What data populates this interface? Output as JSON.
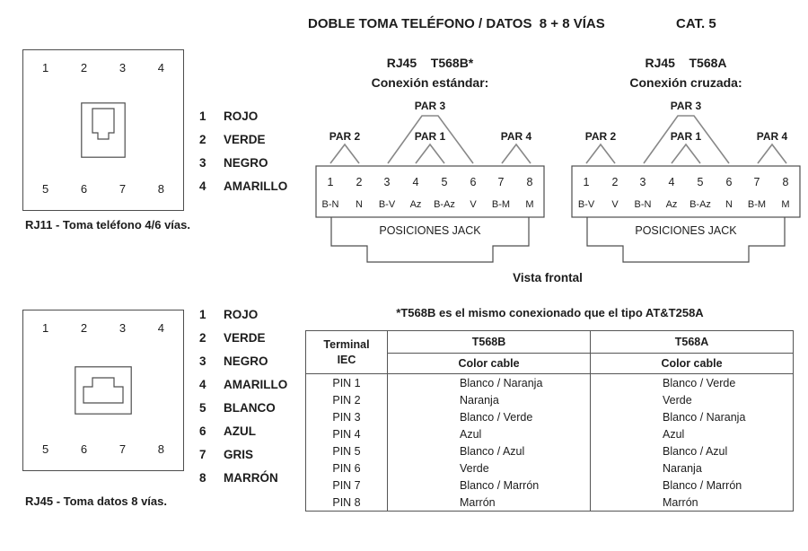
{
  "header": {
    "title": "DOBLE TOMA TELÉFONO / DATOS  8 + 8 VÍAS",
    "category": "CAT. 5"
  },
  "socket_rj11": {
    "pins_top": [
      "1",
      "2",
      "3",
      "4"
    ],
    "pins_bottom": [
      "5",
      "6",
      "7",
      "8"
    ],
    "caption": "RJ11 - Toma teléfono 4/6 vías.",
    "legend": [
      {
        "num": "1",
        "color": "ROJO"
      },
      {
        "num": "2",
        "color": "VERDE"
      },
      {
        "num": "3",
        "color": "NEGRO"
      },
      {
        "num": "4",
        "color": "AMARILLO"
      }
    ]
  },
  "socket_rj45": {
    "pins_top": [
      "1",
      "2",
      "3",
      "4"
    ],
    "pins_bottom": [
      "5",
      "6",
      "7",
      "8"
    ],
    "caption": "RJ45 - Toma datos 8 vías.",
    "legend": [
      {
        "num": "1",
        "color": "ROJO"
      },
      {
        "num": "2",
        "color": "VERDE"
      },
      {
        "num": "3",
        "color": "NEGRO"
      },
      {
        "num": "4",
        "color": "AMARILLO"
      },
      {
        "num": "5",
        "color": "BLANCO"
      },
      {
        "num": "6",
        "color": "AZUL"
      },
      {
        "num": "7",
        "color": "GRIS"
      },
      {
        "num": "8",
        "color": "MARRÓN"
      }
    ]
  },
  "wiring": {
    "t568b": {
      "title": "RJ45    T568B*",
      "subtitle": "Conexión estándar:",
      "pairs": {
        "par2": {
          "label": "PAR 2",
          "color": "#ef8320"
        },
        "par3": {
          "label": "PAR 3",
          "color": "#b9c832"
        },
        "par1": {
          "label": "PAR 1",
          "color": "#2b87c0"
        },
        "par4": {
          "label": "PAR 4",
          "color": "#a3512a"
        }
      },
      "pins": [
        {
          "num": "1",
          "code": "B-N"
        },
        {
          "num": "2",
          "code": "N"
        },
        {
          "num": "3",
          "code": "B-V"
        },
        {
          "num": "4",
          "code": "Az"
        },
        {
          "num": "5",
          "code": "B-Az"
        },
        {
          "num": "6",
          "code": "V"
        },
        {
          "num": "7",
          "code": "B-M"
        },
        {
          "num": "8",
          "code": "M"
        }
      ],
      "jack_label": "POSICIONES JACK"
    },
    "t568a": {
      "title": "RJ45    T568A",
      "subtitle": "Conexión cruzada:",
      "pairs": {
        "par2": {
          "label": "PAR 2",
          "color": "#b9c832"
        },
        "par3": {
          "label": "PAR 3",
          "color": "#e0591d"
        },
        "par1": {
          "label": "PAR 1",
          "color": "#2b87c0"
        },
        "par4": {
          "label": "PAR 4",
          "color": "#a3512a"
        }
      },
      "pins": [
        {
          "num": "1",
          "code": "B-V"
        },
        {
          "num": "2",
          "code": "V"
        },
        {
          "num": "3",
          "code": "B-N"
        },
        {
          "num": "4",
          "code": "Az"
        },
        {
          "num": "5",
          "code": "B-Az"
        },
        {
          "num": "6",
          "code": "N"
        },
        {
          "num": "7",
          "code": "B-M"
        },
        {
          "num": "8",
          "code": "M"
        }
      ],
      "jack_label": "POSICIONES JACK"
    },
    "view_label": "Vista frontal"
  },
  "footnote": "*T568B es el mismo conexionado que el tipo AT&T258A",
  "table": {
    "terminal_header": "Terminal\nIEC",
    "col_t568b": "T568B",
    "col_t568a": "T568A",
    "subheader": "Color cable",
    "rows": [
      {
        "pin": "PIN 1",
        "t568b": "Blanco / Naranja",
        "t568a": "Blanco / Verde"
      },
      {
        "pin": "PIN 2",
        "t568b": "Naranja",
        "t568a": "Verde"
      },
      {
        "pin": "PIN 3",
        "t568b": "Blanco / Verde",
        "t568a": "Blanco / Naranja"
      },
      {
        "pin": "PIN 4",
        "t568b": "Azul",
        "t568a": "Azul"
      },
      {
        "pin": "PIN 5",
        "t568b": "Blanco / Azul",
        "t568a": "Blanco / Azul"
      },
      {
        "pin": "PIN 6",
        "t568b": "Verde",
        "t568a": "Naranja"
      },
      {
        "pin": "PIN 7",
        "t568b": "Blanco / Marrón",
        "t568a": "Blanco / Marrón"
      },
      {
        "pin": "PIN 8",
        "t568b": "Marrón",
        "t568a": "Marrón"
      }
    ]
  }
}
